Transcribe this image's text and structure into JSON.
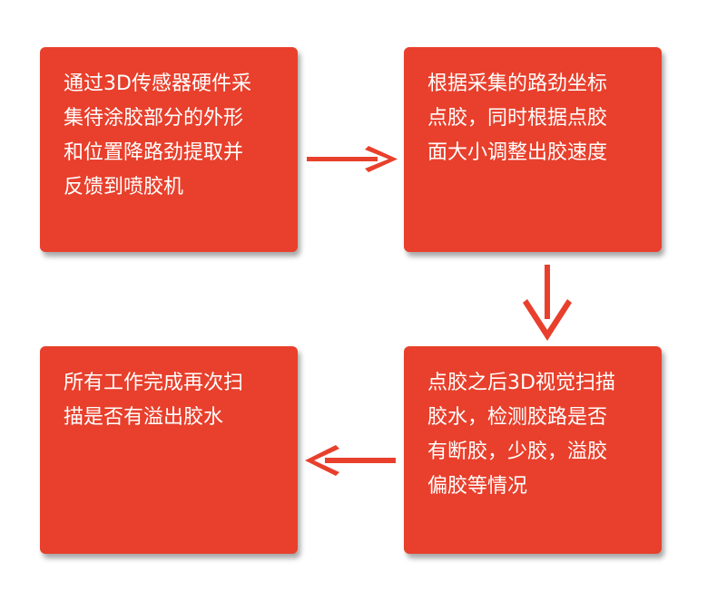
{
  "colors": {
    "box_fill": "#e8402c",
    "text": "#ffffff",
    "arrow": "#e8402c"
  },
  "steps": [
    {
      "text": "通过3D传感器硬件采\n集待涂胶部分的外形\n和位置降路劲提取并\n反馈到喷胶机"
    },
    {
      "text": "根据采集的路劲坐标\n点胶，同时根据点胶\n面大小调整出胶速度"
    },
    {
      "text": "点胶之后3D视觉扫描\n胶水，检测胶路是否\n有断胶，少胶，溢胶\n偏胶等情况"
    },
    {
      "text": "所有工作完成再次扫\n描是否有溢出胶水"
    }
  ],
  "arrows": [
    {
      "from": "step-1",
      "to": "step-2",
      "direction": "right"
    },
    {
      "from": "step-2",
      "to": "step-3",
      "direction": "down"
    },
    {
      "from": "step-3",
      "to": "step-4",
      "direction": "left"
    }
  ]
}
